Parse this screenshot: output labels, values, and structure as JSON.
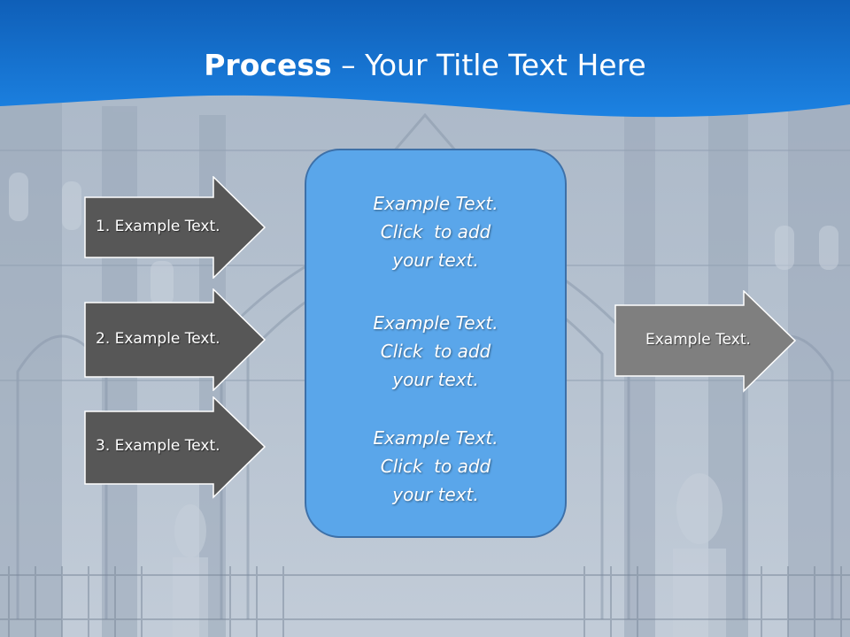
{
  "title": {
    "bold": "Process",
    "rest": " – Your Title Text Here"
  },
  "left_arrows": [
    {
      "label": "1. Example Text."
    },
    {
      "label": "2. Example Text."
    },
    {
      "label": "3. Example Text."
    }
  ],
  "center_box": {
    "blocks": [
      {
        "lines": [
          "Example Text.",
          "Click  to add",
          "your text."
        ]
      },
      {
        "lines": [
          "Example Text.",
          "Click  to add",
          "your text."
        ]
      },
      {
        "lines": [
          "Example Text.",
          "Click  to add",
          "your text."
        ]
      }
    ]
  },
  "right_arrow": {
    "label": "Example Text."
  },
  "colors": {
    "header_blue": "#1273d8",
    "center_box_fill": "#5aa6ea",
    "left_arrow_fill": "#575757",
    "right_arrow_fill": "#7f7f7f"
  }
}
